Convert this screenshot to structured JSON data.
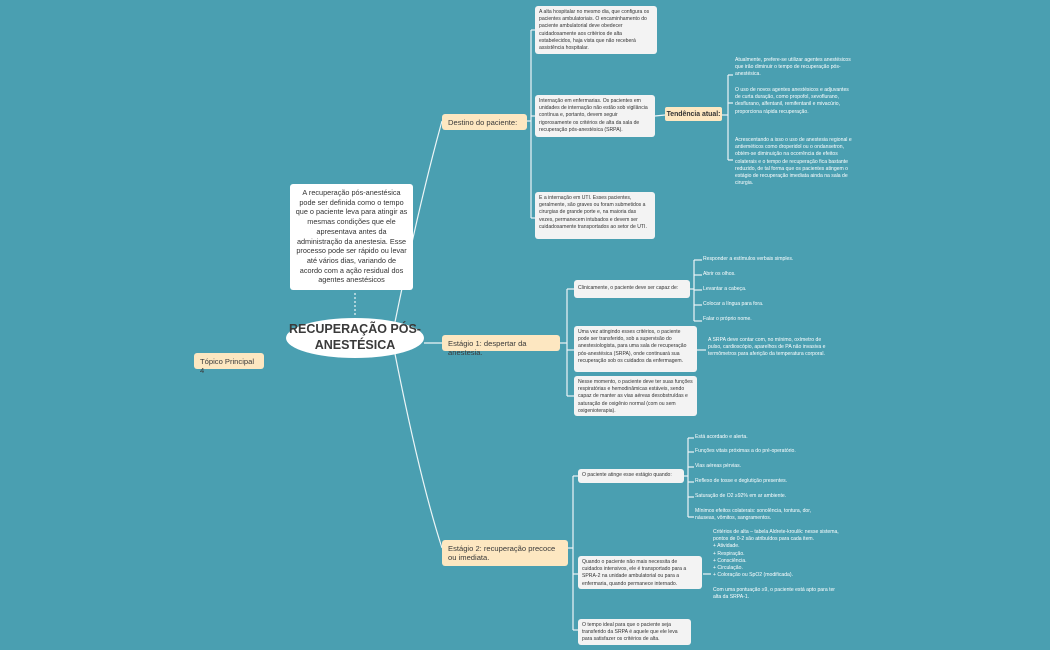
{
  "root": {
    "title": "RECUPERAÇÃO PÓS-\nANESTÉSICA"
  },
  "summary": "A recuperação pós-anestésica pode ser definida como o tempo que o paciente leva para atingir as mesmas condições que ele apresentava antes da administração da anestesia. Esse processo pode ser rápido ou levar até vários dias, variando de acordo com a ação residual dos agentes anestésicos",
  "topics": {
    "topico4": "Tópico Principal 4",
    "destino": "Destino do paciente:",
    "estagio1": "Estágio 1: despertar da anestesia.",
    "estagio2": "Estágio 2: recuperação precoce ou imediata."
  },
  "destino": {
    "card1": "A alta hospitalar no mesmo dia, que configura os pacientes ambulatoriais. O encaminhamento do paciente ambulatorial deve obedecer cuidadosamente aos critérios de alta estabelecidos, haja vista que não receberá assistência hospitalar.",
    "card2": "Internação em enfermarias. Os pacientes em unidades de internação não estão sob vigilância contínua e, portanto, devem seguir rigorosamente os critérios de alta da sala de recuperação pós-anestésica (SRPA).",
    "card3": "E a internação em UTI. Esses pacientes, geralmente, são graves ou foram submetidos a cirurgias de grande porte e, na maioria das vezes, permanecem intubados e devem ser cuidadosamente transportados ao setor de UTI.",
    "tendencia": "Tendência atual:",
    "tend1": "Atualmente, prefere-se utilizar agentes anestésicos que irão diminuir o tempo de recuperação pós-anestésica.",
    "tend2": "O uso de novos agentes anestésicos e adjuvantes de curta duração, como propofol, sevoflurano, desflurano, alfentanil, remifentanil e mivacúrio, proporciona rápida recuperação.",
    "tend3": "Acrescentando a isso o uso de anestesia regional e antieméticos como droperidol ou o ondansetron, obtém-se diminuição na ocorrência de efeitos colaterais e o tempo de recuperação fica bastante reduzido, de tal forma que os pacientes atingem o estágio de recuperação imediata ainda na sala de cirurgia."
  },
  "estagio1": {
    "card1": "Clinicamente, o paciente deve ser capaz de:",
    "leaves": [
      "Responder a estímulos verbais simples.",
      "Abrir os olhos.",
      "Levantar a cabeça.",
      "Colocar a língua para fora.",
      "Falar o próprio nome."
    ],
    "card2": "Uma vez atingindo esses critérios, o paciente pode ser transferido, sob a supervisão do anestesiologista, para uma sala de recuperação pós-anestésica (SRPA), onde continuará sua recuperação sob os cuidados da enfermagem.",
    "srpa_note": "A SRPA deve contar com, no mínimo, oxímetro de pulso, cardioscópio, aparelhos de PA não invasiva e termômetros para aferição da temperatura corporal.",
    "card3": "Nesse momento, o paciente deve ter suas funções respiratórias e hemodinâmicas estáveis, sendo capaz de manter as vias aéreas desobstruídas e saturação de oxigênio normal (com ou sem oxigenioterapia)."
  },
  "estagio2": {
    "card1": "O paciente atinge esse estágio quando:",
    "leaves": [
      "Está acordado e alerta.",
      "Funções vitais próximas a do pré-operatório.",
      "Vias aéreas pérvias.",
      "Reflexo de tosse e deglutição presentes.",
      "Saturação de O2 ≥92% em ar ambiente.",
      "Mínimos efeitos colaterais: sonolência, tontura, dor, náuseas, vômitos, sangramentos."
    ],
    "card2": "Quando o paciente não mais necessita de cuidados intensivos, ele é transportado para a SPRA-2 na unidade ambulatorial ou para a enfermaria, quando permanece internado.",
    "criterios": "Critérios de alta – tabela Aldrete-kroulik: nesse sistema, pontos de 0-2 são atribuídos para cada item.\n+ Atividade.\n+ Respiração.\n+ Consciência.\n+ Circulação.\n+ Coloração ou SpO2 (modificada).\n\nCom uma pontuação ≥9, o paciente está apto para ter alta da SRPA-1.",
    "card3": "O tempo ideal para que o paciente seja transferido da SRPA é aquele que ele leva para satisfazer os critérios de alta."
  }
}
